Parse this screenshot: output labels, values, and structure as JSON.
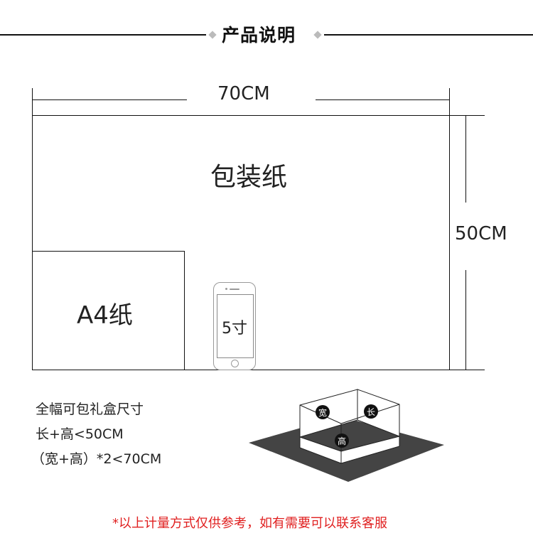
{
  "header": {
    "title": "产品说明"
  },
  "diagram": {
    "width_label": "70CM",
    "height_label": "50CM",
    "wrapping_paper_label": "包装纸",
    "a4_label": "A4纸",
    "phone_label": "5寸"
  },
  "box": {
    "width_label": "宽",
    "length_label": "长",
    "height_label": "高"
  },
  "info": {
    "line1": "全幅可包礼盒尺寸",
    "line2": "长+高<50CM",
    "line3": "（宽+高）*2<70CM"
  },
  "note": "*以上计量方式仅供参考，如有需要可以联系客服"
}
